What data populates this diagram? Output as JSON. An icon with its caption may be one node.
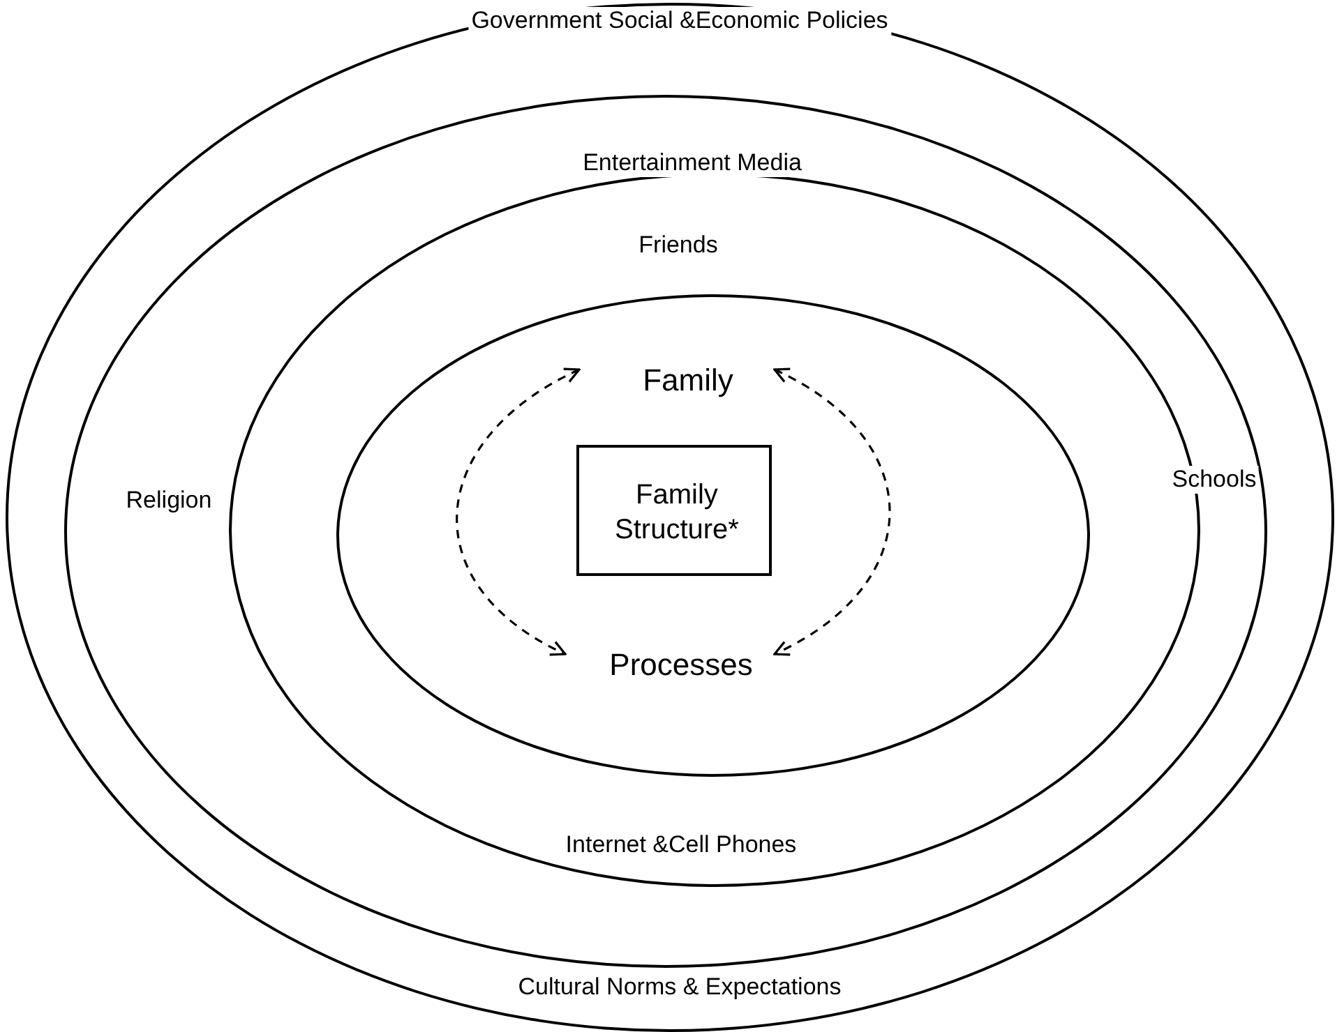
{
  "diagram": {
    "nodes": [
      {
        "text": [
          "Government Social &Economic Policies",
          "Cultural Norms & Expectations"
        ]
      },
      {
        "text": [
          "Entertainment Media",
          "Religion",
          "Schools"
        ],
        "in": 0
      },
      {
        "text": [
          "Friends",
          "Internet &Cell Phones"
        ],
        "in": 1
      },
      {
        "text": [],
        "shape": "ellipse",
        "in": 2
      },
      {
        "text": [
          "Family"
        ],
        "in": 3
      },
      {
        "text": [
          "Family Structure*"
        ],
        "in": 3
      },
      {
        "text": [
          "Processes"
        ],
        "in": 3
      }
    ],
    "edges": [
      {
        "from": 4,
        "to": 6,
        "arrow": "both",
        "style": "dashed"
      },
      {
        "from": 4,
        "to": 6,
        "arrow": "both",
        "style": "dashed"
      }
    ]
  }
}
